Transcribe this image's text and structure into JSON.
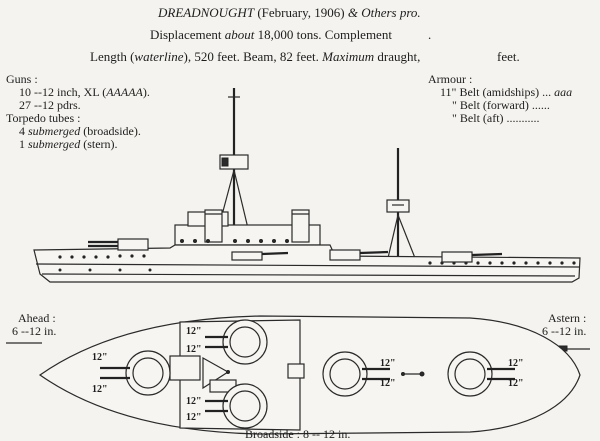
{
  "header": {
    "ship_name": "DREADNOUGHT",
    "date": "(February, 1906)",
    "others_prefix": "&",
    "others": "Others",
    "pro": "pro.",
    "displacement_label": "Displacement",
    "about": "about",
    "displacement_value": "18,000 tons.",
    "complement_label": "Complement",
    "complement_value": ".",
    "length_label": "Length (",
    "waterline": "waterline",
    "length_value": "), 520 feet.",
    "beam": "Beam, 82 feet.",
    "maximum": "Maximum",
    "draught_label": "draught,",
    "draught_value": "feet."
  },
  "guns": {
    "heading": "Guns :",
    "main_prefix": "10 --12 inch, XL (",
    "main_code": "AAAAA",
    "main_suffix": ").",
    "secondary": "27 --12 pdrs.",
    "tubes_heading": "Torpedo tubes :",
    "tube1_count": "4",
    "tube1_type": "submerged",
    "tube1_place": "(broadside).",
    "tube2_count": "1",
    "tube2_type": "submerged",
    "tube2_place": "(stern)."
  },
  "armour": {
    "heading": "Armour :",
    "belt_amid_prefix": "11\" Belt (amidships)",
    "belt_amid_dots": "...",
    "belt_amid_code": "aaa",
    "belt_fwd": "\" Belt (forward)  ......",
    "belt_aft": "\" Belt (aft)  ...........  "
  },
  "fire_arcs": {
    "ahead_label": "Ahead :",
    "ahead_value": "6 --12 in.",
    "astern_label": "Astern :",
    "astern_value": "6 --12 in.",
    "broadside": "Broadside :  8 -- 12 in."
  },
  "plan_labels": {
    "gun_label": "12\""
  }
}
